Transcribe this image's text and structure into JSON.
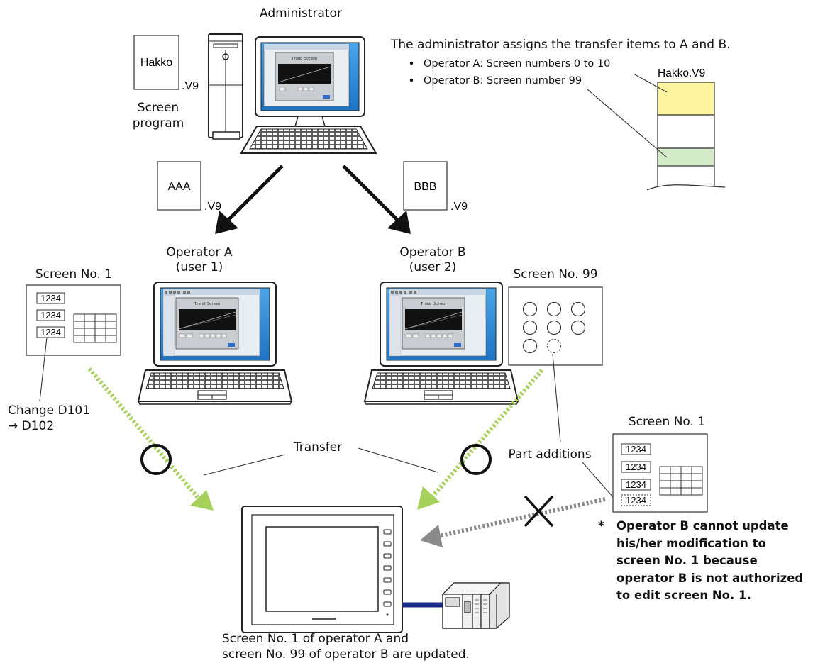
{
  "labels": {
    "administrator": "Administrator",
    "admin_note": "The administrator assigns the transfer items to A and B.",
    "op_a_assign": "Operator A: Screen numbers 0 to 10",
    "op_b_assign": "Operator B: Screen number 99",
    "screen_program_line1": "Screen",
    "screen_program_line2": "program",
    "operator_a": "Operator A",
    "user1": "(user 1)",
    "operator_b": "Operator B",
    "user2": "(user 2)",
    "screen_no_1_a": "Screen No. 1",
    "screen_no_99": "Screen No. 99",
    "screen_no_1_b": "Screen No. 1",
    "change_line1": "Change D101",
    "change_line2": "→ D102",
    "transfer": "Transfer",
    "part_additions": "Part additions",
    "bottom_line1": "Screen No. 1 of operator A and",
    "bottom_line2": "screen No. 99 of operator B are updated.",
    "note_star": "*",
    "note_text": "Operator B cannot update his/her modification to screen No. 1 because operator B is not authorized to edit screen No. 1."
  },
  "files": {
    "hakko_name": "Hakko",
    "hakko_ext": ".V9",
    "aaa_name": "AAA",
    "aaa_ext": ".V9",
    "bbb_name": "BBB",
    "bbb_ext": ".V9",
    "stack_title": "Hakko.V9"
  },
  "screen_content": {
    "field_value": "1234",
    "trend_title": "Trend Screen"
  },
  "colors": {
    "yellow_block": "#FCF49E",
    "green_block": "#D3EBC9",
    "green_arrow": "#A6D15A",
    "gray_arrow": "#8A8A8A",
    "monitor_blue": "#2E8CD6",
    "cable": "#1C2D8C"
  }
}
